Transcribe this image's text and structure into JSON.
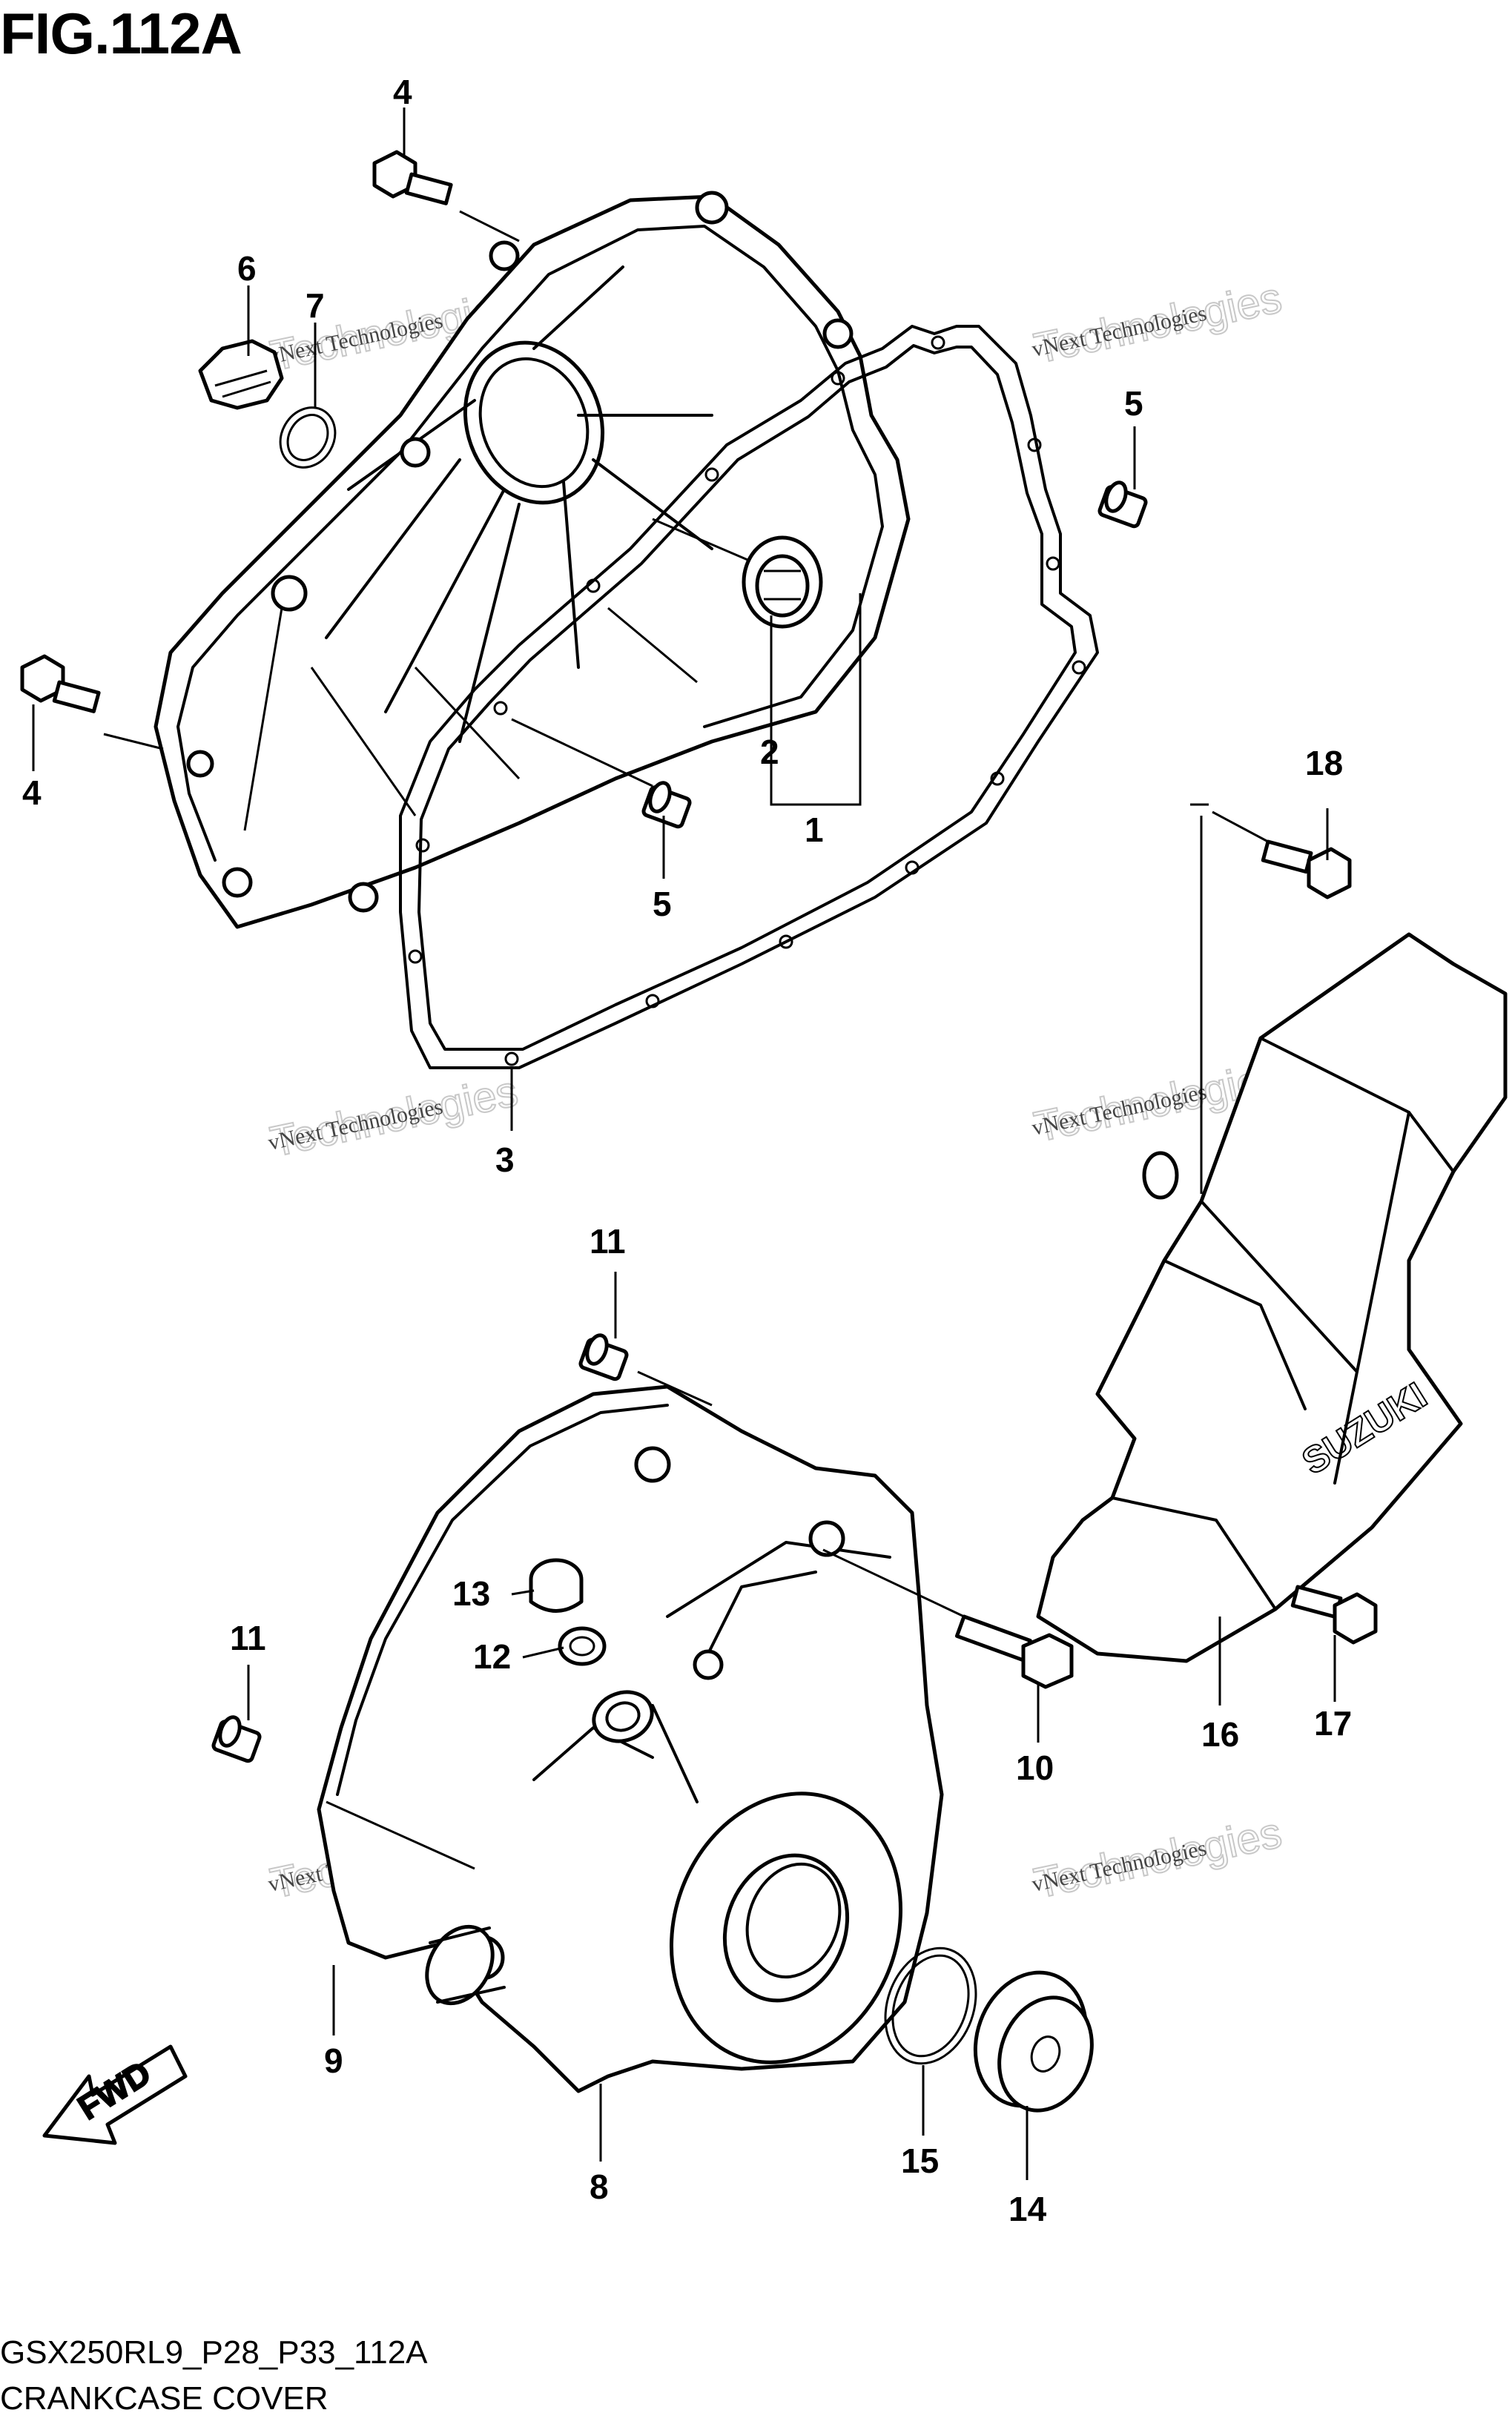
{
  "figure_title": "FIG.112A",
  "footer": {
    "code": "GSX250RL9_P28_P33_112A",
    "name": "CRANKCASE COVER"
  },
  "watermark": {
    "line1": "vNext Technologies",
    "line2": "vNext\nTechnologies"
  },
  "fwd_label": "FWD",
  "brand_logo_text": "SUZUKI",
  "callouts": {
    "c1": "1",
    "c2": "2",
    "c3": "3",
    "c4a": "4",
    "c4b": "4",
    "c5a": "5",
    "c5b": "5",
    "c6": "6",
    "c7": "7",
    "c8": "8",
    "c9": "9",
    "c10": "10",
    "c11a": "11",
    "c11b": "11",
    "c12": "12",
    "c13": "13",
    "c14": "14",
    "c15": "15",
    "c16": "16",
    "c17": "17",
    "c18": "18"
  }
}
